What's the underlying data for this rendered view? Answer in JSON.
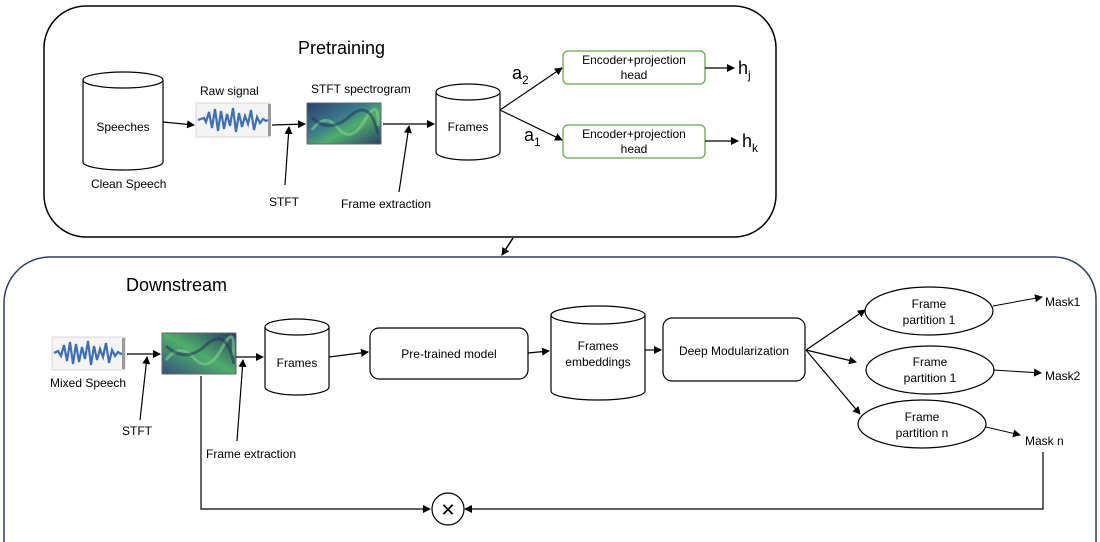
{
  "pretraining": {
    "title": "Pretraining",
    "speeches": "Speeches",
    "clean_speech": "Clean  Speech",
    "raw_signal": "Raw signal",
    "stft_spectrogram": "STFT spectrogram",
    "stft": "STFT",
    "frame_extraction": "Frame extraction",
    "frames": "Frames",
    "a2": "a",
    "a2_sub": "2",
    "a1": "a",
    "a1_sub": "1",
    "encoder_top_line1": "Encoder+projection",
    "encoder_top_line2": "head",
    "encoder_bottom_line1": "Encoder+projection",
    "encoder_bottom_line2": "head",
    "hj": "h",
    "hj_sub": "j",
    "hk": "h",
    "hk_sub": "k"
  },
  "downstream": {
    "title": "Downstream",
    "mixed_speech": "Mixed Speech",
    "stft": "STFT",
    "frame_extraction": "Frame extraction",
    "frames": "Frames",
    "pretrained_model": "Pre-trained model",
    "frames_embeddings_line1": "Frames",
    "frames_embeddings_line2": "embeddings",
    "deep_modularization": "Deep Modularization",
    "partition1_line1": "Frame",
    "partition1_line2": "partition 1",
    "partition2_line1": "Frame",
    "partition2_line2": "partition 1",
    "partition3_line1": "Frame",
    "partition3_line2": "partition n",
    "mask1": "Mask1",
    "mask2": "Mask2",
    "maskn": "Mask n",
    "multiply": "✕"
  },
  "colors": {
    "encoder_border": "#6aa84f",
    "waveform": "#3d6fb6",
    "spectrogram_dark": "#2b3f6b",
    "spectrogram_green": "#4fae6a"
  }
}
